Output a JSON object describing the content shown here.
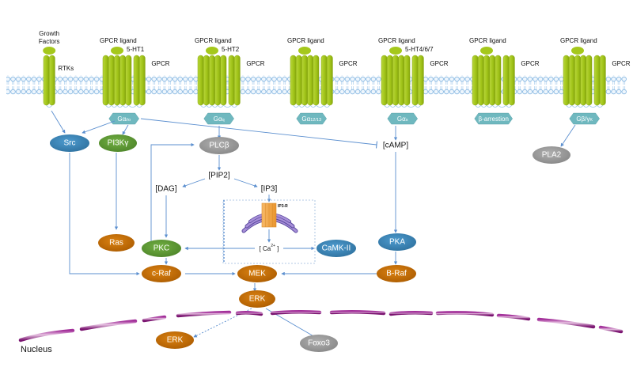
{
  "title": "Serotonin receptor / GPCR signaling pathway",
  "colors": {
    "receptor": "#a5c81c",
    "receptor_dark": "#7e9a10",
    "membrane": "#7fb3e0",
    "g_protein": "#6fb8bf",
    "blue_node": "#3b83b5",
    "green_node": "#5e9a32",
    "orange_node": "#c96f00",
    "gray_node": "#9a9a9a",
    "nuclear_envelope": "#8b1a7f",
    "edge": "#5b8fcf",
    "er": "#8a6fc4",
    "ip3r": "#f4a94e"
  },
  "receptors": [
    {
      "id": "rtk",
      "ligand_label": "Growth\nFactors",
      "ligand_line1": "Growth",
      "ligand_line2": "Factors",
      "subtype": "",
      "receptor_label": "RTKs",
      "g_protein": ""
    },
    {
      "id": "ht1",
      "ligand_label": "GPCR ligand",
      "subtype": "5-HT1",
      "receptor_label": "GPCR",
      "g_protein": "Gαi/o",
      "g_main": "Gα",
      "g_sub": "i/o"
    },
    {
      "id": "ht2",
      "ligand_label": "GPCR ligand",
      "subtype": "5-HT2",
      "receptor_label": "GPCR",
      "g_protein": "Gαq",
      "g_main": "Gα",
      "g_sub": "q"
    },
    {
      "id": "g1213",
      "ligand_label": "GPCR ligand",
      "subtype": "",
      "receptor_label": "GPCR",
      "g_protein": "Gα12/13",
      "g_main": "Gα",
      "g_sub": "12/13"
    },
    {
      "id": "ht467",
      "ligand_label": "GPCR ligand",
      "subtype": "5-HT4/6/7",
      "receptor_label": "GPCR",
      "g_protein": "Gαs",
      "g_main": "Gα",
      "g_sub": "s"
    },
    {
      "id": "arr",
      "ligand_label": "GPCR ligand",
      "subtype": "",
      "receptor_label": "GPCR",
      "g_protein": "β-arrestion",
      "g_main": "β-arrestion",
      "g_sub": ""
    },
    {
      "id": "gby",
      "ligand_label": "GPCR ligand",
      "subtype": "",
      "receptor_label": "GPCR",
      "g_protein": "Gβ/γK",
      "g_main": "Gβ/γ",
      "g_sub": "K"
    }
  ],
  "nodes": {
    "src": "Src",
    "pi3k": "PI3Kγ",
    "plcb": "PLCβ",
    "camp": "[cAMP]",
    "pla2": "PLA2",
    "pip2": "[PIP2]",
    "dag": "[DAG]",
    "ip3": "[IP3]",
    "ip3r": "IP3-R",
    "ca_main": "[ Ca",
    "ca_sup": "2+",
    "ca_close": " ]",
    "ras": "Ras",
    "pkc": "PKC",
    "camk": "CaMK-II",
    "pka": "PKA",
    "craf": "c-Raf",
    "mek": "MEK",
    "erk": "ERK",
    "braf": "B-Raf",
    "erk_nuc": "ERK",
    "foxo3": "Foxo3"
  },
  "nucleus_label": "Nucleus"
}
